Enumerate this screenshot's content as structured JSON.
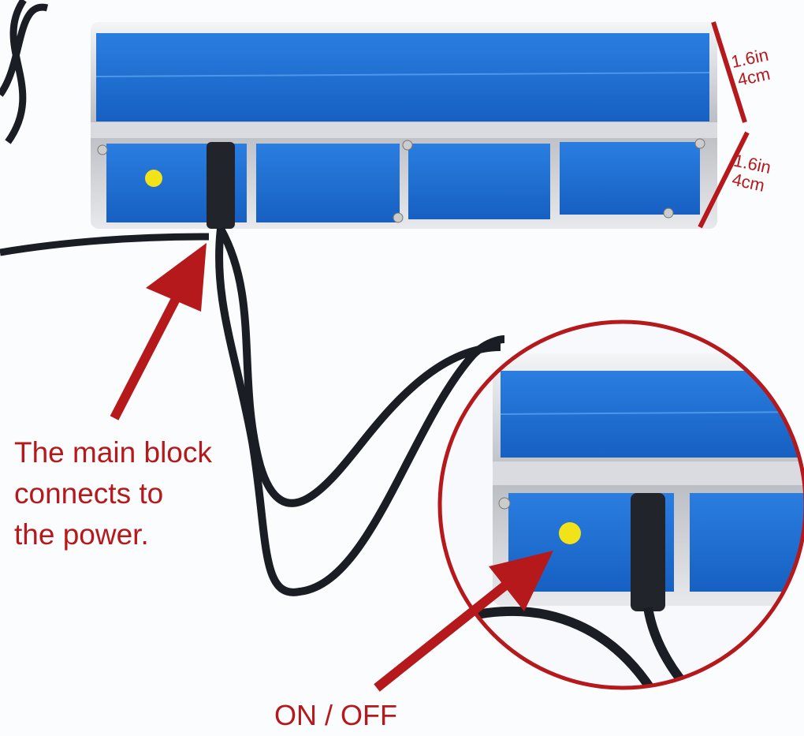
{
  "annotations": {
    "main_caption": [
      "The main block",
      "connects to",
      "the power."
    ],
    "switch_label": "ON / OFF",
    "dimension_top": {
      "inches": "1.6in",
      "cm": "4cm"
    },
    "dimension_side": {
      "inches": "1.6in",
      "cm": "4cm"
    }
  },
  "colors": {
    "accent_red": "#b5191b",
    "panel_blue": "#1e6fd0",
    "led_yellow": "#f2e21a",
    "cable": "#1b1d24"
  }
}
